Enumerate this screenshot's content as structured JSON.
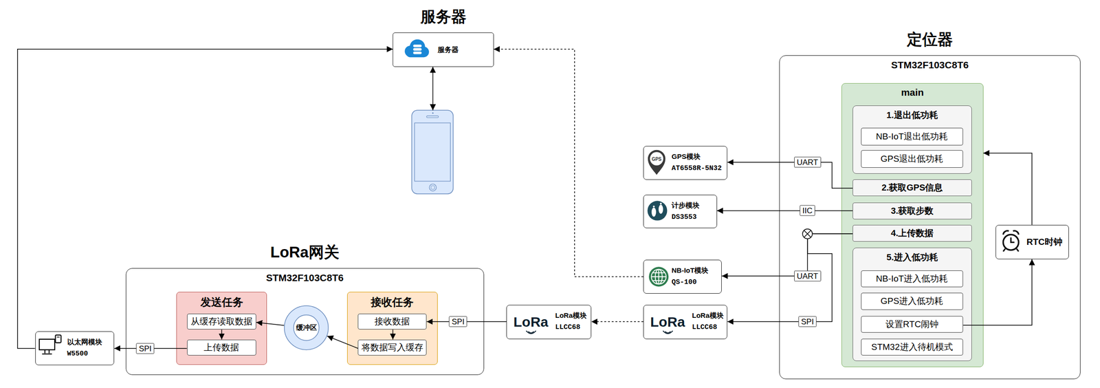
{
  "diagram": {
    "nodes": [
      {
        "text": [
          "服务器",
          "服务器"
        ]
      },
      {
        "text": [
          "定位器",
          "STM32F103C8T6"
        ]
      },
      {
        "text": [
          "main"
        ],
        "in": 1
      },
      {
        "text": [
          "1.退出低功耗"
        ],
        "in": 2
      },
      {
        "text": [
          "NB-IoT退出低功耗"
        ],
        "in": 3
      },
      {
        "text": [
          "GPS退出低功耗"
        ],
        "in": 3
      },
      {
        "text": [
          "2.获取GPS信息"
        ],
        "in": 2
      },
      {
        "text": [
          "3.获取步数"
        ],
        "in": 2
      },
      {
        "text": [
          "4.上传数据"
        ],
        "in": 2
      },
      {
        "text": [
          "5.进入低功耗"
        ],
        "in": 2
      },
      {
        "text": [
          "NB-IoT进入低功耗"
        ],
        "in": 9
      },
      {
        "text": [
          "GPS进入低功耗"
        ],
        "in": 9
      },
      {
        "text": [
          "设置RTC闹钟"
        ],
        "in": 9
      },
      {
        "text": [
          "STM32进入待机模式"
        ],
        "in": 9
      },
      {
        "text": [
          "RTC时钟"
        ]
      },
      {
        "text": [
          "GPS模块",
          "AT6558R-5N32"
        ]
      },
      {
        "text": [
          "计步模块",
          "DS3553"
        ]
      },
      {
        "text": [
          "NB-IoT模块",
          "QS-100"
        ]
      },
      {
        "text": [
          "LoRa",
          "LoRa模块",
          "LLCC68"
        ]
      },
      {
        "text": [
          "LoRa",
          "LoRa模块",
          "LLCC68"
        ]
      },
      {
        "text": [
          "LoRa网关",
          "STM32F103C8T6"
        ]
      },
      {
        "text": [
          "发送任务"
        ],
        "in": 20
      },
      {
        "text": [
          "从缓存读取数据"
        ],
        "in": 21
      },
      {
        "text": [
          "上传数据"
        ],
        "in": 21
      },
      {
        "text": [
          "缓冲区"
        ],
        "in": 20
      },
      {
        "text": [
          "接收任务"
        ],
        "in": 20
      },
      {
        "text": [
          "接收数据"
        ],
        "in": 25
      },
      {
        "text": [
          "将数据写入缓存"
        ],
        "in": 25
      },
      {
        "text": [
          "以太网模块",
          "W5500"
        ]
      }
    ],
    "edges": [
      {
        "from": 6,
        "to": 15,
        "arrow": "to",
        "label": "UART"
      },
      {
        "from": 7,
        "to": 16,
        "arrow": "to",
        "label": "IIC"
      },
      {
        "from": 8,
        "to": 17,
        "arrow": "to",
        "label": "UART"
      },
      {
        "from": 8,
        "to": 18,
        "arrow": "to",
        "label": "SPI"
      },
      {
        "from": 12,
        "to": 14,
        "arrow": "to"
      },
      {
        "from": 14,
        "to": 2,
        "arrow": "to"
      },
      {
        "from": 17,
        "to": 0,
        "arrow": "to"
      },
      {
        "from": 18,
        "to": 19,
        "arrow": "to"
      },
      {
        "from": 19,
        "to": 26,
        "arrow": "to",
        "label": "SPI"
      },
      {
        "from": 26,
        "to": 27,
        "arrow": "to"
      },
      {
        "from": 27,
        "to": 24,
        "arrow": "to"
      },
      {
        "from": 24,
        "to": 22,
        "arrow": "to"
      },
      {
        "from": 22,
        "to": 23,
        "arrow": "to"
      },
      {
        "from": 23,
        "to": 28,
        "arrow": "to",
        "label": "SPI"
      },
      {
        "from": 28,
        "to": 0,
        "arrow": "to"
      }
    ],
    "labels": [
      "GPS"
    ]
  }
}
